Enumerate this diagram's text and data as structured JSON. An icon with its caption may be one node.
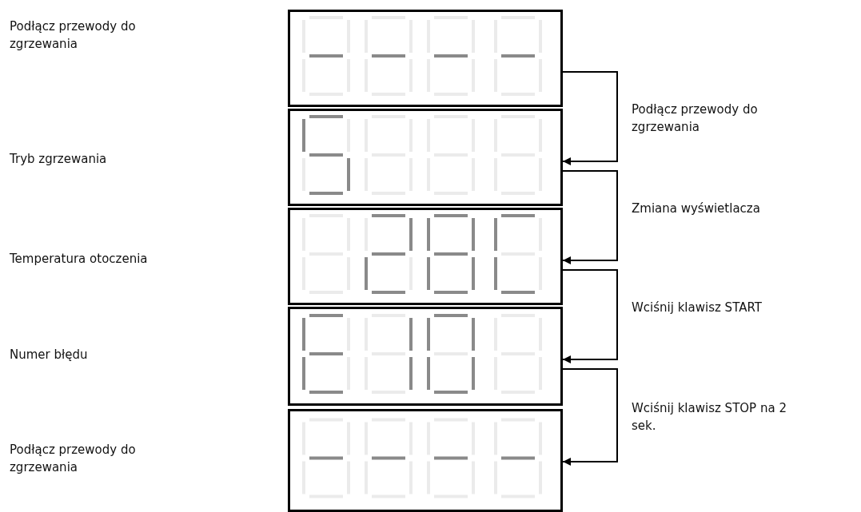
{
  "diagram": {
    "nodes": [
      {
        "text": [],
        "shape": "box"
      },
      {
        "text": [],
        "shape": "box"
      },
      {
        "text": [],
        "shape": "box"
      },
      {
        "text": [],
        "shape": "box"
      },
      {
        "text": [],
        "shape": "box"
      }
    ],
    "edges": [
      {
        "from": 0,
        "to": 1,
        "arrow": "to",
        "label": "Podłącz przewody do zgrzewania"
      },
      {
        "from": 1,
        "to": 2,
        "arrow": "to",
        "label": "Zmiana wyświetlacza"
      },
      {
        "from": 2,
        "to": 3,
        "arrow": "to",
        "label": "Wciśnij klawisz START"
      },
      {
        "from": 3,
        "to": 4,
        "arrow": "to",
        "label": "Wciśnij klawisz STOP na 2 sek."
      }
    ],
    "labels": [
      "Podłącz przewody do zgrzewania",
      "Tryb zgrzewania",
      "Temperatura otoczenia",
      "Numer błędu",
      "Podłącz przewody do zgrzewania"
    ]
  }
}
